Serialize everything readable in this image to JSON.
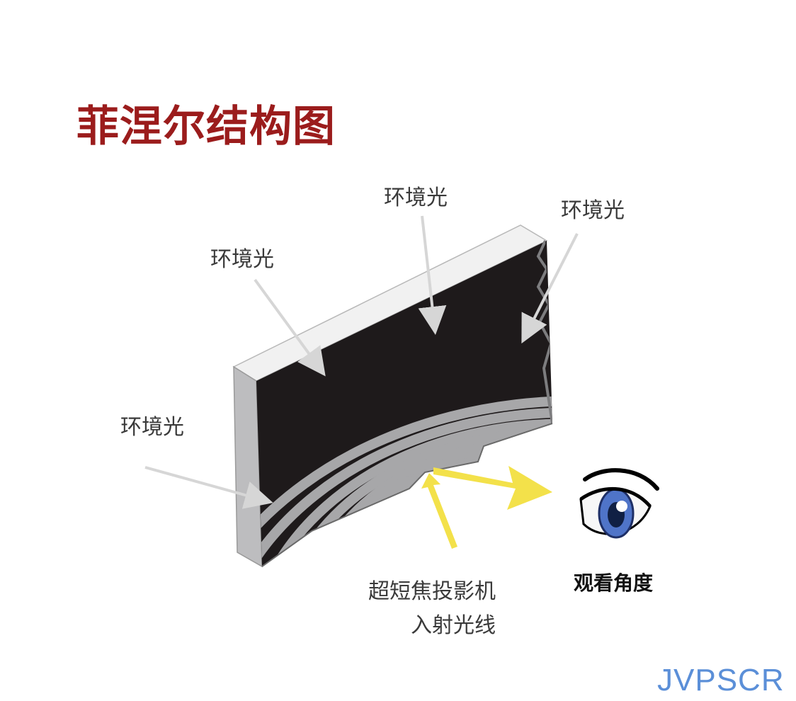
{
  "title": "菲涅尔结构图",
  "ambient_labels": [
    "环境光",
    "环境光",
    "环境光",
    "环境光"
  ],
  "projector_label": {
    "line1": "超短焦投影机",
    "line2": "入射光线"
  },
  "viewing_label": "观看角度",
  "watermark": "JVPSCR",
  "colors": {
    "title": "#9b1c1c",
    "ridge_dark": "#1e1a1b",
    "ridge_light": "#a7a7a9",
    "panel_side": "#bdbdbf",
    "panel_top": "#f1f1f1",
    "ambient_arrow": "#d6d6d6",
    "projector_arrow": "#f3e14a",
    "eye_iris": "#4f74c8",
    "watermark": "#5b8fd8"
  },
  "icons": [
    "eye-icon"
  ]
}
